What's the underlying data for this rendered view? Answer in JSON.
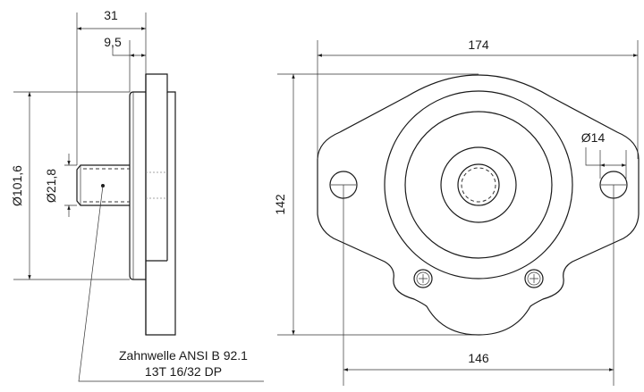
{
  "side_view": {
    "dim_length": "31",
    "dim_pilot_depth": "9,5",
    "dim_pilot_diameter": "Ø101,6",
    "dim_shaft_diameter": "Ø21,8",
    "shaft_note_line1": "Zahnwelle ANSI B 92.1",
    "shaft_note_line2": "13T 16/32 DP"
  },
  "front_view": {
    "dim_width": "174",
    "dim_height": "142",
    "dim_bolt_spacing": "146",
    "dim_hole_diameter": "Ø14"
  }
}
